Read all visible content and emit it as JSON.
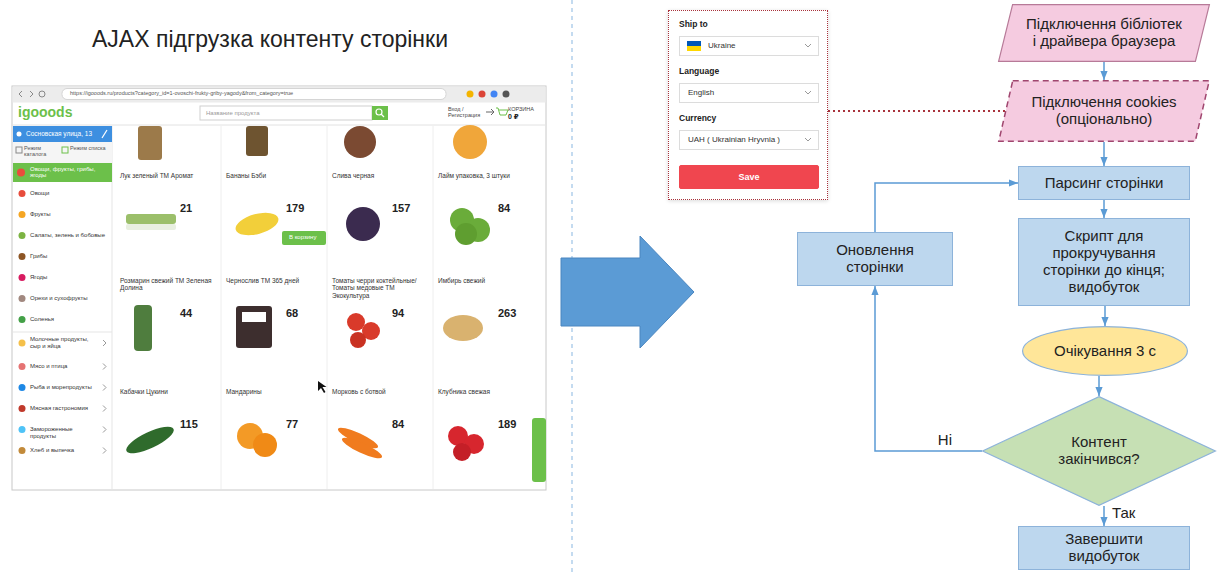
{
  "diagram": {
    "title": "AJAX підгрузка контенту сторінки",
    "nodes": [
      {
        "text": [
          "Ship to",
          "Language",
          "Currency"
        ]
      },
      {
        "text": [
          "Ukraine"
        ],
        "in": 0
      },
      {
        "text": [
          "English"
        ],
        "in": 0
      },
      {
        "text": [
          "UAH ( Ukrainian Hryvnia )"
        ],
        "in": 0
      },
      {
        "text": [
          "Save"
        ],
        "in": 0
      },
      {
        "text": [
          "Підключення бібліотек і драйвера браузера"
        ]
      },
      {
        "text": [
          "Підключення cookies (опціонально)"
        ]
      },
      {
        "text": [
          "Парсинг сторінки"
        ]
      },
      {
        "text": [
          "Оновлення сторінки"
        ]
      },
      {
        "text": [
          "Скрипт для прокручування сторінки до кінця; видобуток"
        ]
      },
      {
        "text": [
          "Очікування 3 с"
        ]
      },
      {
        "text": [
          "Контент закінчився?"
        ]
      },
      {
        "text": [
          "Завершити видобуток"
        ]
      }
    ],
    "edges": [
      {
        "from": 0,
        "to": 6,
        "arrow": "none"
      },
      {
        "from": 5,
        "to": 6,
        "arrow": "to"
      },
      {
        "from": 6,
        "to": 7,
        "arrow": "to"
      },
      {
        "from": 7,
        "to": 9,
        "arrow": "to"
      },
      {
        "from": 9,
        "to": 10,
        "arrow": "to"
      },
      {
        "from": 10,
        "to": 11,
        "arrow": "to"
      },
      {
        "from": 11,
        "to": 12,
        "arrow": "to",
        "label": "Так"
      },
      {
        "from": 11,
        "to": 8,
        "arrow": "to",
        "label": "Ні"
      },
      {
        "from": 8,
        "to": 7,
        "arrow": "to"
      }
    ],
    "labels": [
      "https://igooods.ru/products?category_id=1-ovoschi-frukty-griby-yagody&from_category=true",
      "igooods",
      "Название продукта",
      "Вход / Регистрация",
      "КОРЗИНА",
      "0 ₽",
      "Сосновская улица, 13",
      "Режим каталога",
      "Режим списка",
      "Овощи, фрукты, грибы, ягоды",
      "Овощи",
      "Фрукты",
      "Салаты, зелень и бобовые",
      "Грибы",
      "Ягоды",
      "Орехи и сухофрукты",
      "Соленья",
      "Молочные продукты, сыр и яйца",
      "Мясо и птица",
      "Рыба и морепродукты",
      "Мясная гастрономия",
      "Замороженные продукты",
      "Хлеб и выпечка",
      "Лук зеленый ТМ Аромат",
      "21",
      "Бананы Бэби",
      "179",
      "В корзину",
      "Слива черная",
      "157",
      "Лайм упаковка, 3 штуки",
      "84",
      "Розмарин свежий ТМ Зеленая Долина",
      "44",
      "Чернослив ТМ 365 дней",
      "68",
      "Томаты черри коктейльные/ Томаты медовые ТМ Экокультура",
      "94",
      "Имбирь свежий",
      "263",
      "Кабачки Цукини",
      "115",
      "Мандарины",
      "77",
      "Морковь с ботвой",
      "84",
      "Клубника свежая",
      "189"
    ]
  }
}
